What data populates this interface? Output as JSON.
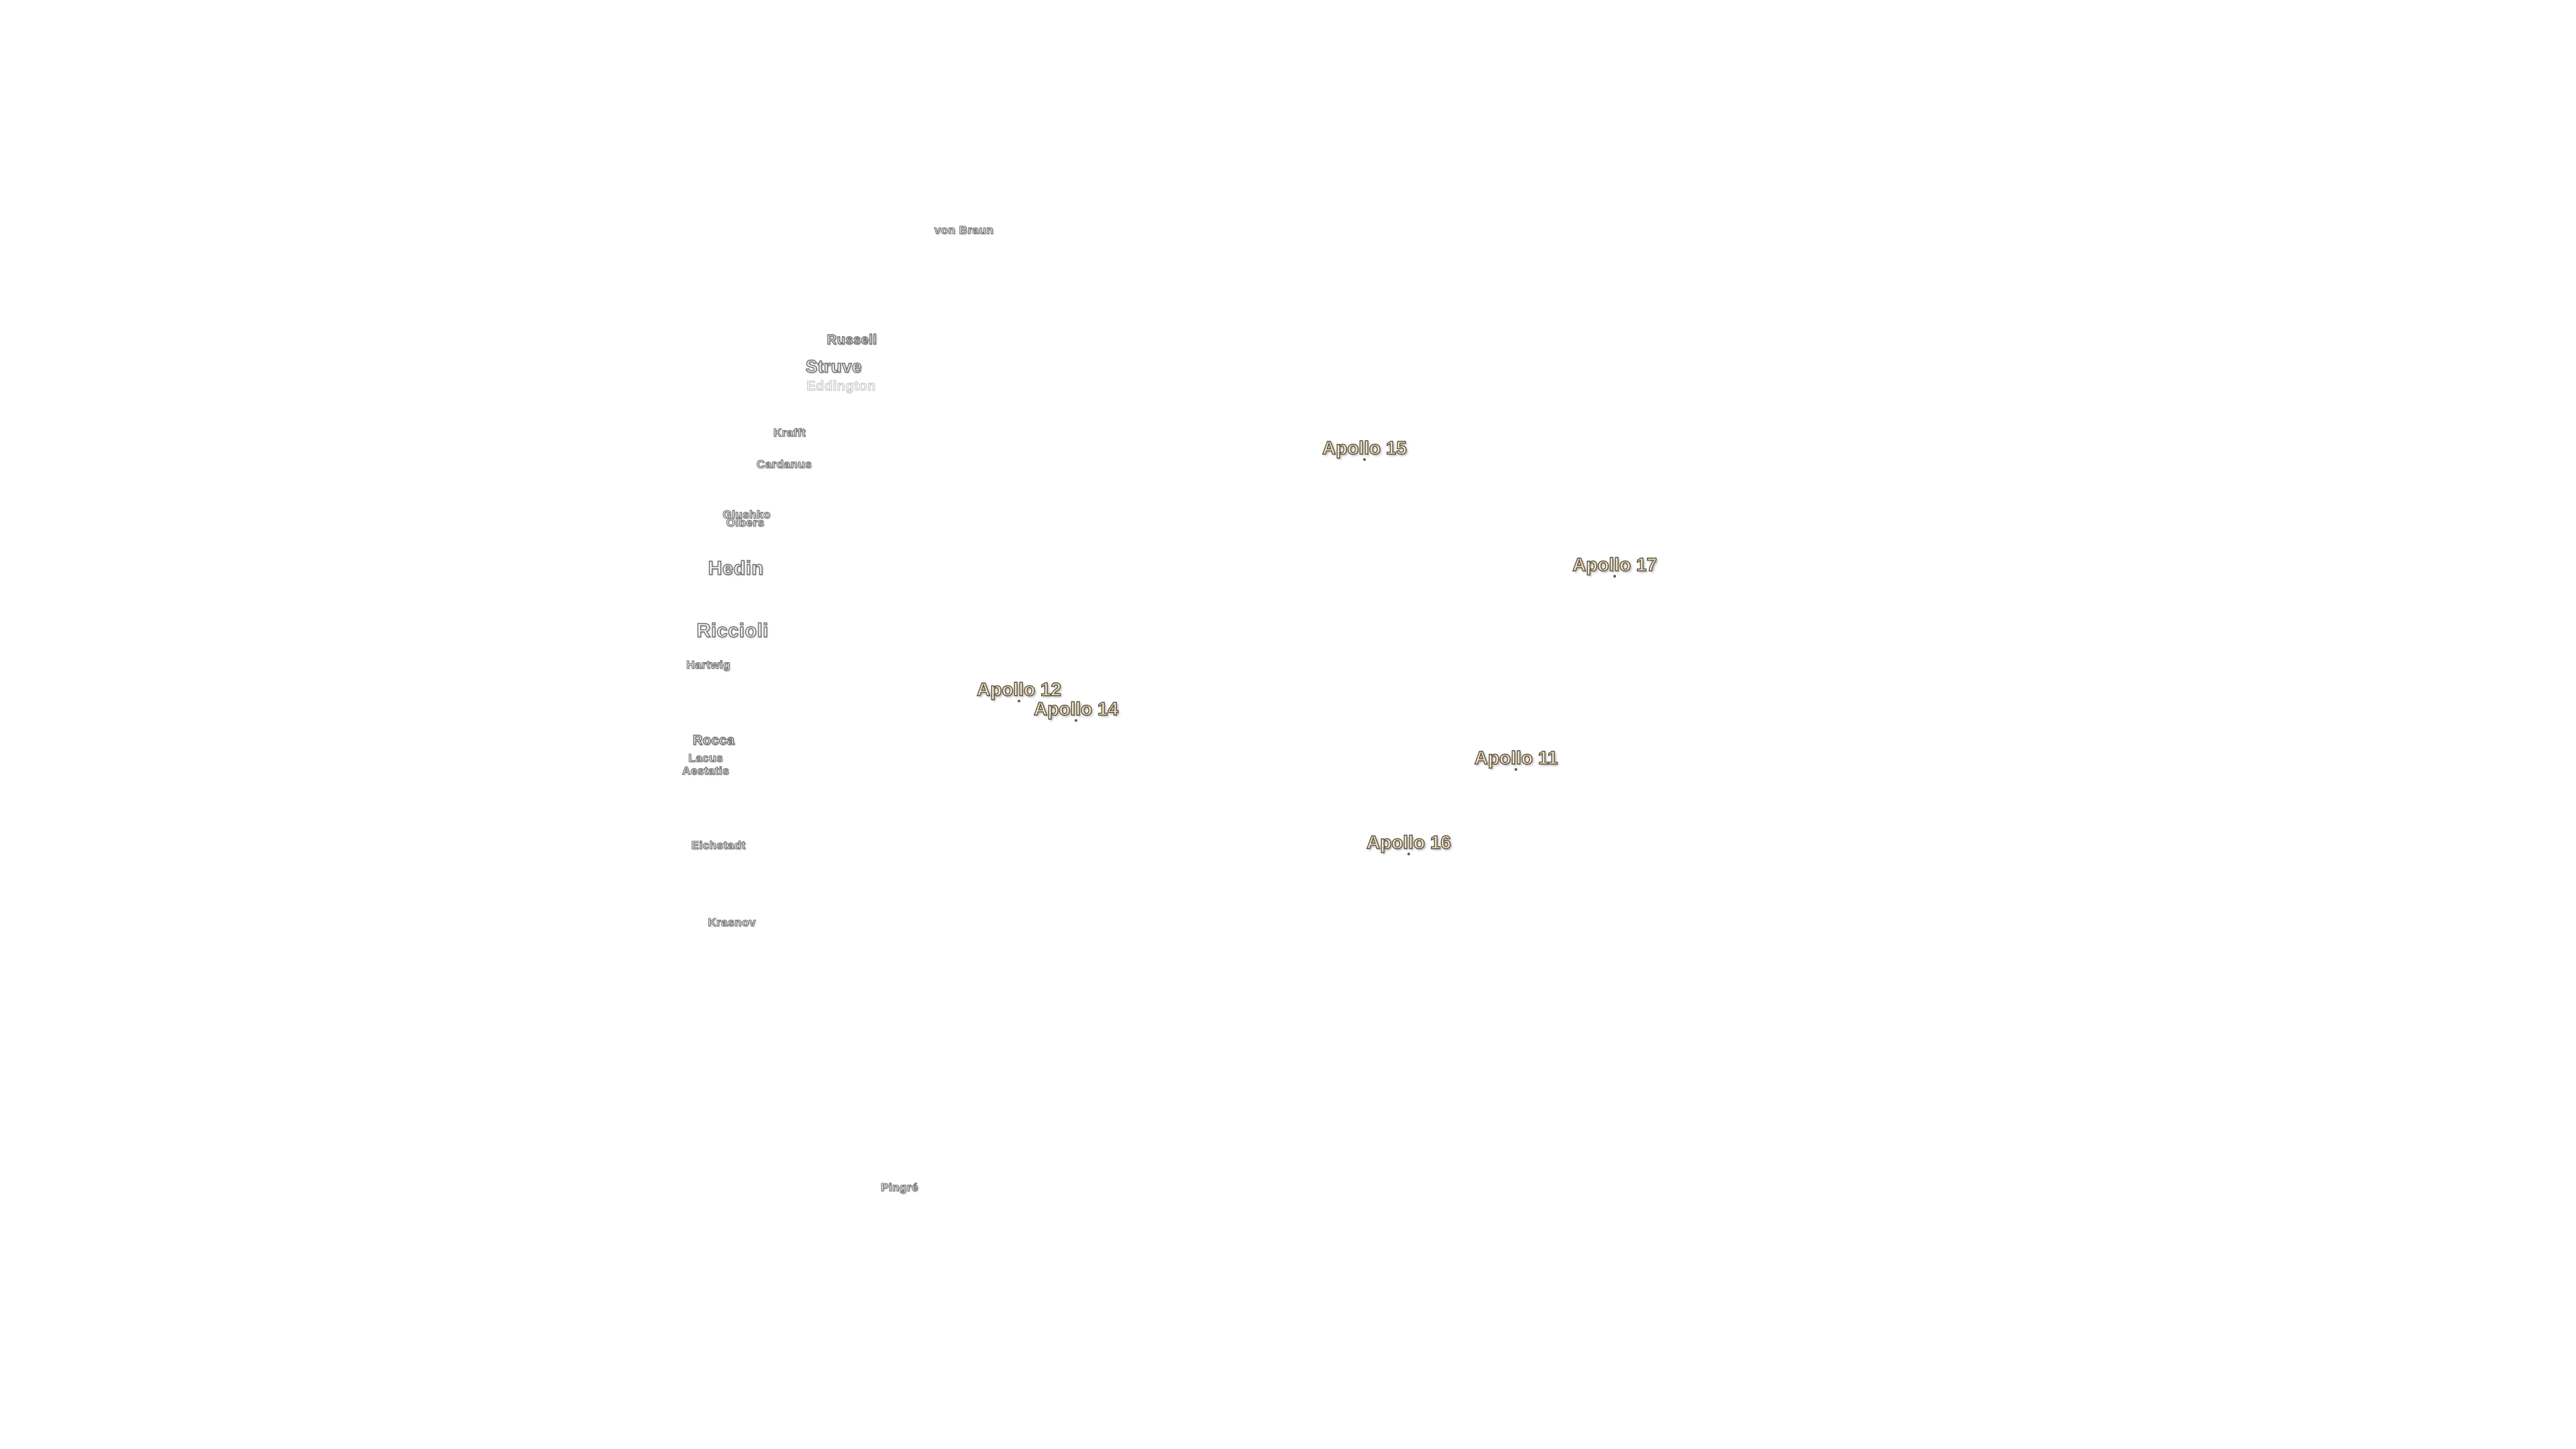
{
  "features": {
    "von_braun": "von Braun",
    "russell": "Russell",
    "struve": "Struve",
    "eddington": "Eddington",
    "krafft": "Krafft",
    "cardanus": "Cardanus",
    "glushko": "Glushko",
    "olbers": "Olbers",
    "hedin": "Hedin",
    "riccioli": "Riccioli",
    "hartwig": "Hartwig",
    "rocca": "Rocca",
    "lacus": "Lacus",
    "aestatis": "Aestatis",
    "eichstadt": "Eichstadt",
    "krasnov": "Krasnov",
    "pingre": "Pingré"
  },
  "landing_sites": {
    "apollo_11": "Apollo 11",
    "apollo_12": "Apollo 12",
    "apollo_14": "Apollo 14",
    "apollo_15": "Apollo 15",
    "apollo_16": "Apollo 16",
    "apollo_17": "Apollo 17"
  },
  "colors": {
    "background": "#ffffff",
    "crater_label_fill": "#f2f2f2",
    "crater_label_outline": "#6e6e6e",
    "apollo_label_fill": "#f3e8c8",
    "apollo_label_outline": "#5c5040"
  }
}
